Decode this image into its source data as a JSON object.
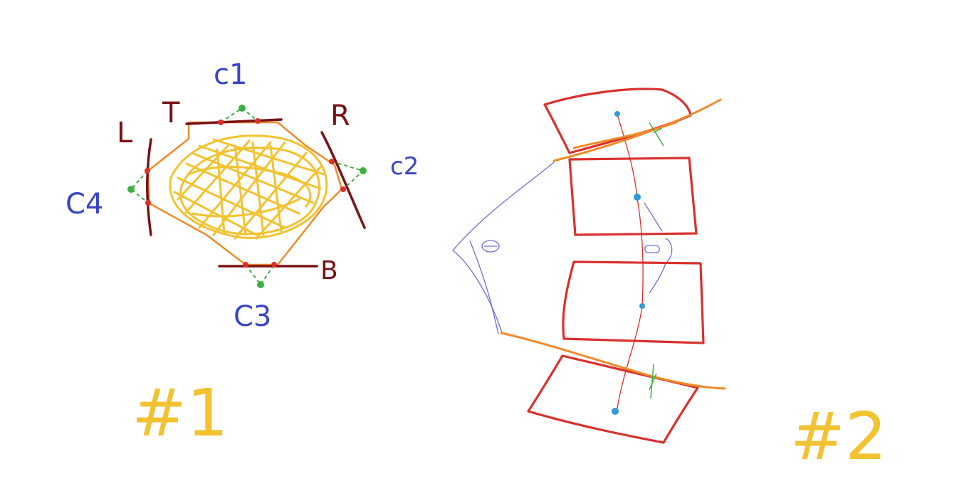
{
  "diagram1": {
    "label": "#1",
    "corner_labels": {
      "c1": "c1",
      "c2": "c2",
      "c3": "C3",
      "c4": "C4"
    },
    "side_labels": {
      "top": "T",
      "right": "R",
      "bottom": "B",
      "left": "L"
    }
  },
  "diagram2": {
    "label": "#2"
  },
  "colors": {
    "label_blue": "#3a44c6",
    "side_dark_red": "#7a1214",
    "fill_yellow": "#f2c230",
    "outline_orange": "#f08a2a",
    "guide_green": "#3cb043",
    "box_red": "#d9302c",
    "dot_blue": "#2e9bd6",
    "thin_blue": "#6a6fd0"
  }
}
